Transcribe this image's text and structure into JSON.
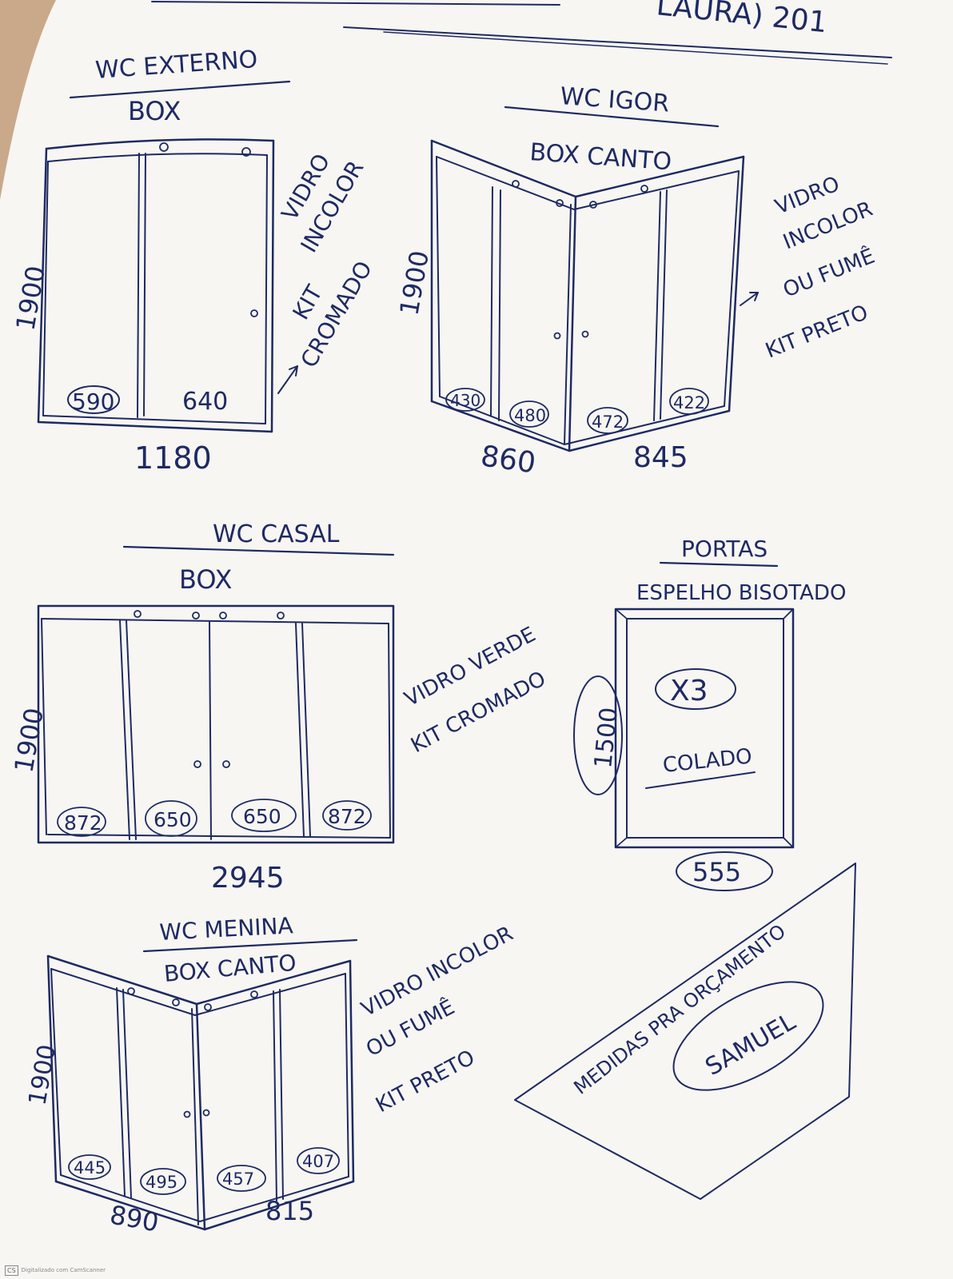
{
  "header_fragment": "LAURA) 201",
  "panels": {
    "wc_externo": {
      "title": "WC EXTERNO",
      "subtitle": "BOX",
      "height": "1900",
      "width": "1180",
      "panels": [
        "590",
        "640"
      ],
      "notes": [
        "VIDRO",
        "INCOLOR",
        "KIT",
        "CROMADO"
      ]
    },
    "wc_igor": {
      "title": "WC IGOR",
      "subtitle": "BOX CANTO",
      "height": "1900",
      "left_width": "860",
      "right_width": "845",
      "panels": [
        "430",
        "480",
        "472",
        "422"
      ],
      "notes": [
        "VIDRO",
        "INCOLOR",
        "OU FUMÊ",
        "KIT PRETO"
      ]
    },
    "wc_casal": {
      "title": "WC CASAL",
      "subtitle": "BOX",
      "height": "1900",
      "width": "2945",
      "panels": [
        "872",
        "650",
        "650",
        "872"
      ],
      "notes": [
        "VIDRO VERDE",
        "KIT CROMADO"
      ]
    },
    "portas": {
      "title": "PORTAS",
      "subtitle": "ESPELHO BISOTADO",
      "height": "1500",
      "width": "555",
      "quantity": "X3",
      "note": "COLADO"
    },
    "wc_menina": {
      "title": "WC MENINA",
      "subtitle": "BOX CANTO",
      "height": "1900",
      "left_width": "890",
      "right_width": "815",
      "panels": [
        "445",
        "495",
        "457",
        "407"
      ],
      "notes": [
        "VIDRO INCOLOR",
        "OU FUMÊ",
        "KIT PRETO"
      ]
    },
    "stamp": {
      "text": "MEDIDAS PRA ORÇAMENTO",
      "signature": "SAMUEL"
    }
  },
  "footer": {
    "logo": "CS",
    "text": "Digitalizado com CamScanner"
  }
}
